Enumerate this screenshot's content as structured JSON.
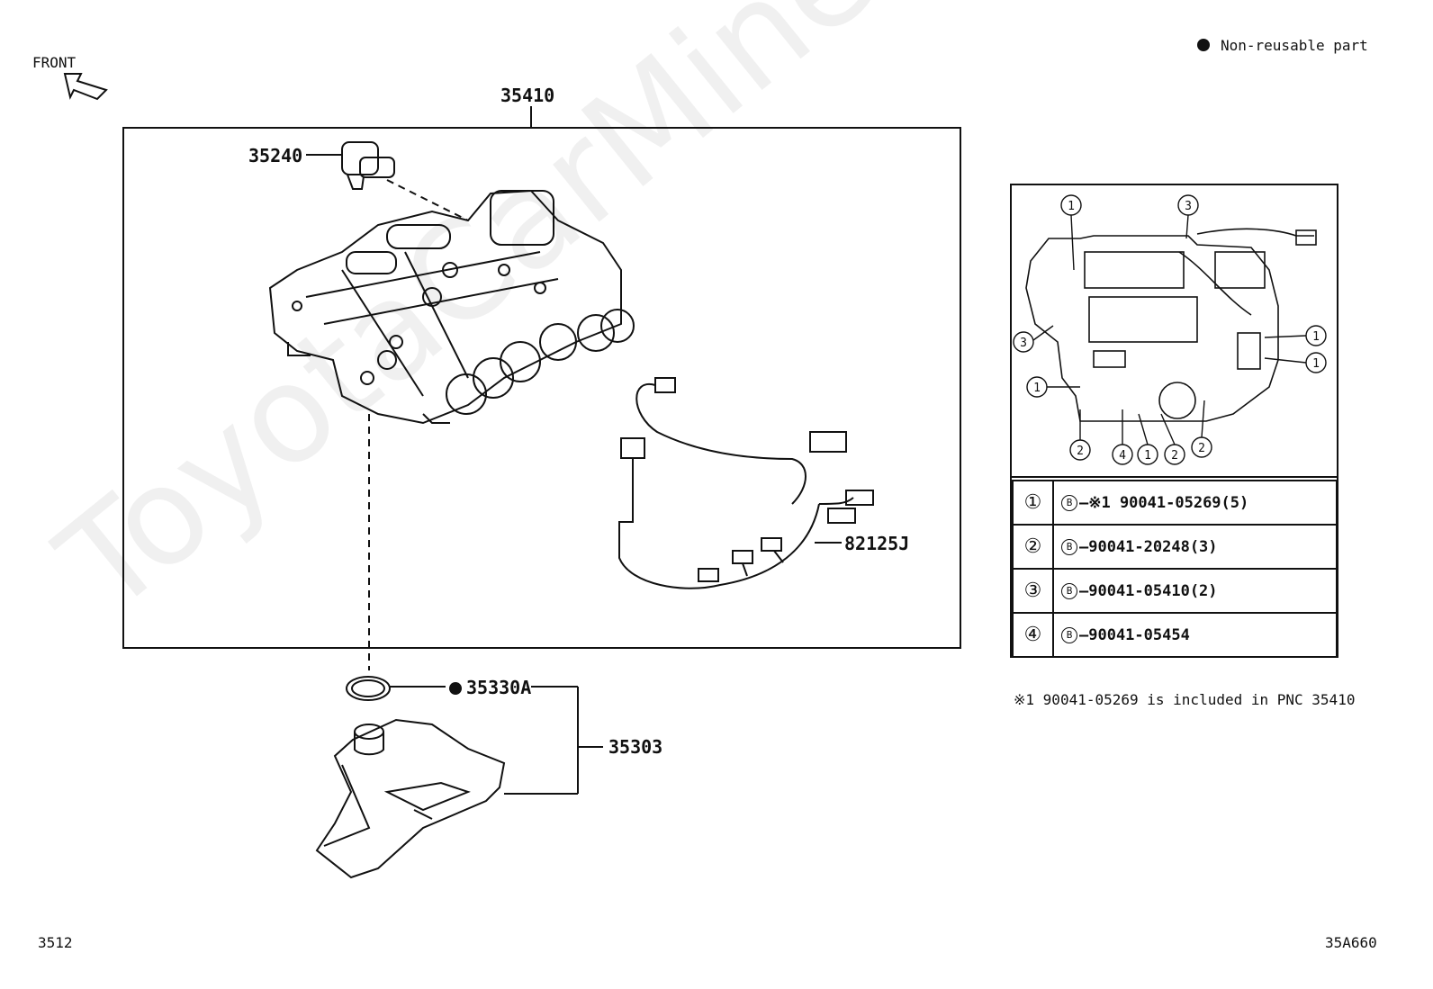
{
  "front_label": "FRONT",
  "legend_note": "Non-reusable part",
  "parts": {
    "valve_body_assembly": "35410",
    "solenoid": "35240",
    "wire_harness": "82125J",
    "o_ring": "35330A",
    "oil_strainer": "35303"
  },
  "bolt_table": {
    "callouts": [
      "1",
      "3",
      "3",
      "1",
      "1",
      "1",
      "2",
      "4",
      "1",
      "2",
      "2"
    ],
    "rows": [
      {
        "num": "①",
        "b_mark": "B",
        "text": "—※1 90041-05269(5)"
      },
      {
        "num": "②",
        "b_mark": "B",
        "text": "—90041-20248(3)"
      },
      {
        "num": "③",
        "b_mark": "B",
        "text": "—90041-05410(2)"
      },
      {
        "num": "④",
        "b_mark": "B",
        "text": "—90041-05454"
      }
    ]
  },
  "footnote": "※1 90041-05269 is included in PNC 35410",
  "page_left": "3512",
  "page_right": "35A660",
  "watermark": "ToyotaCarMine.ru"
}
